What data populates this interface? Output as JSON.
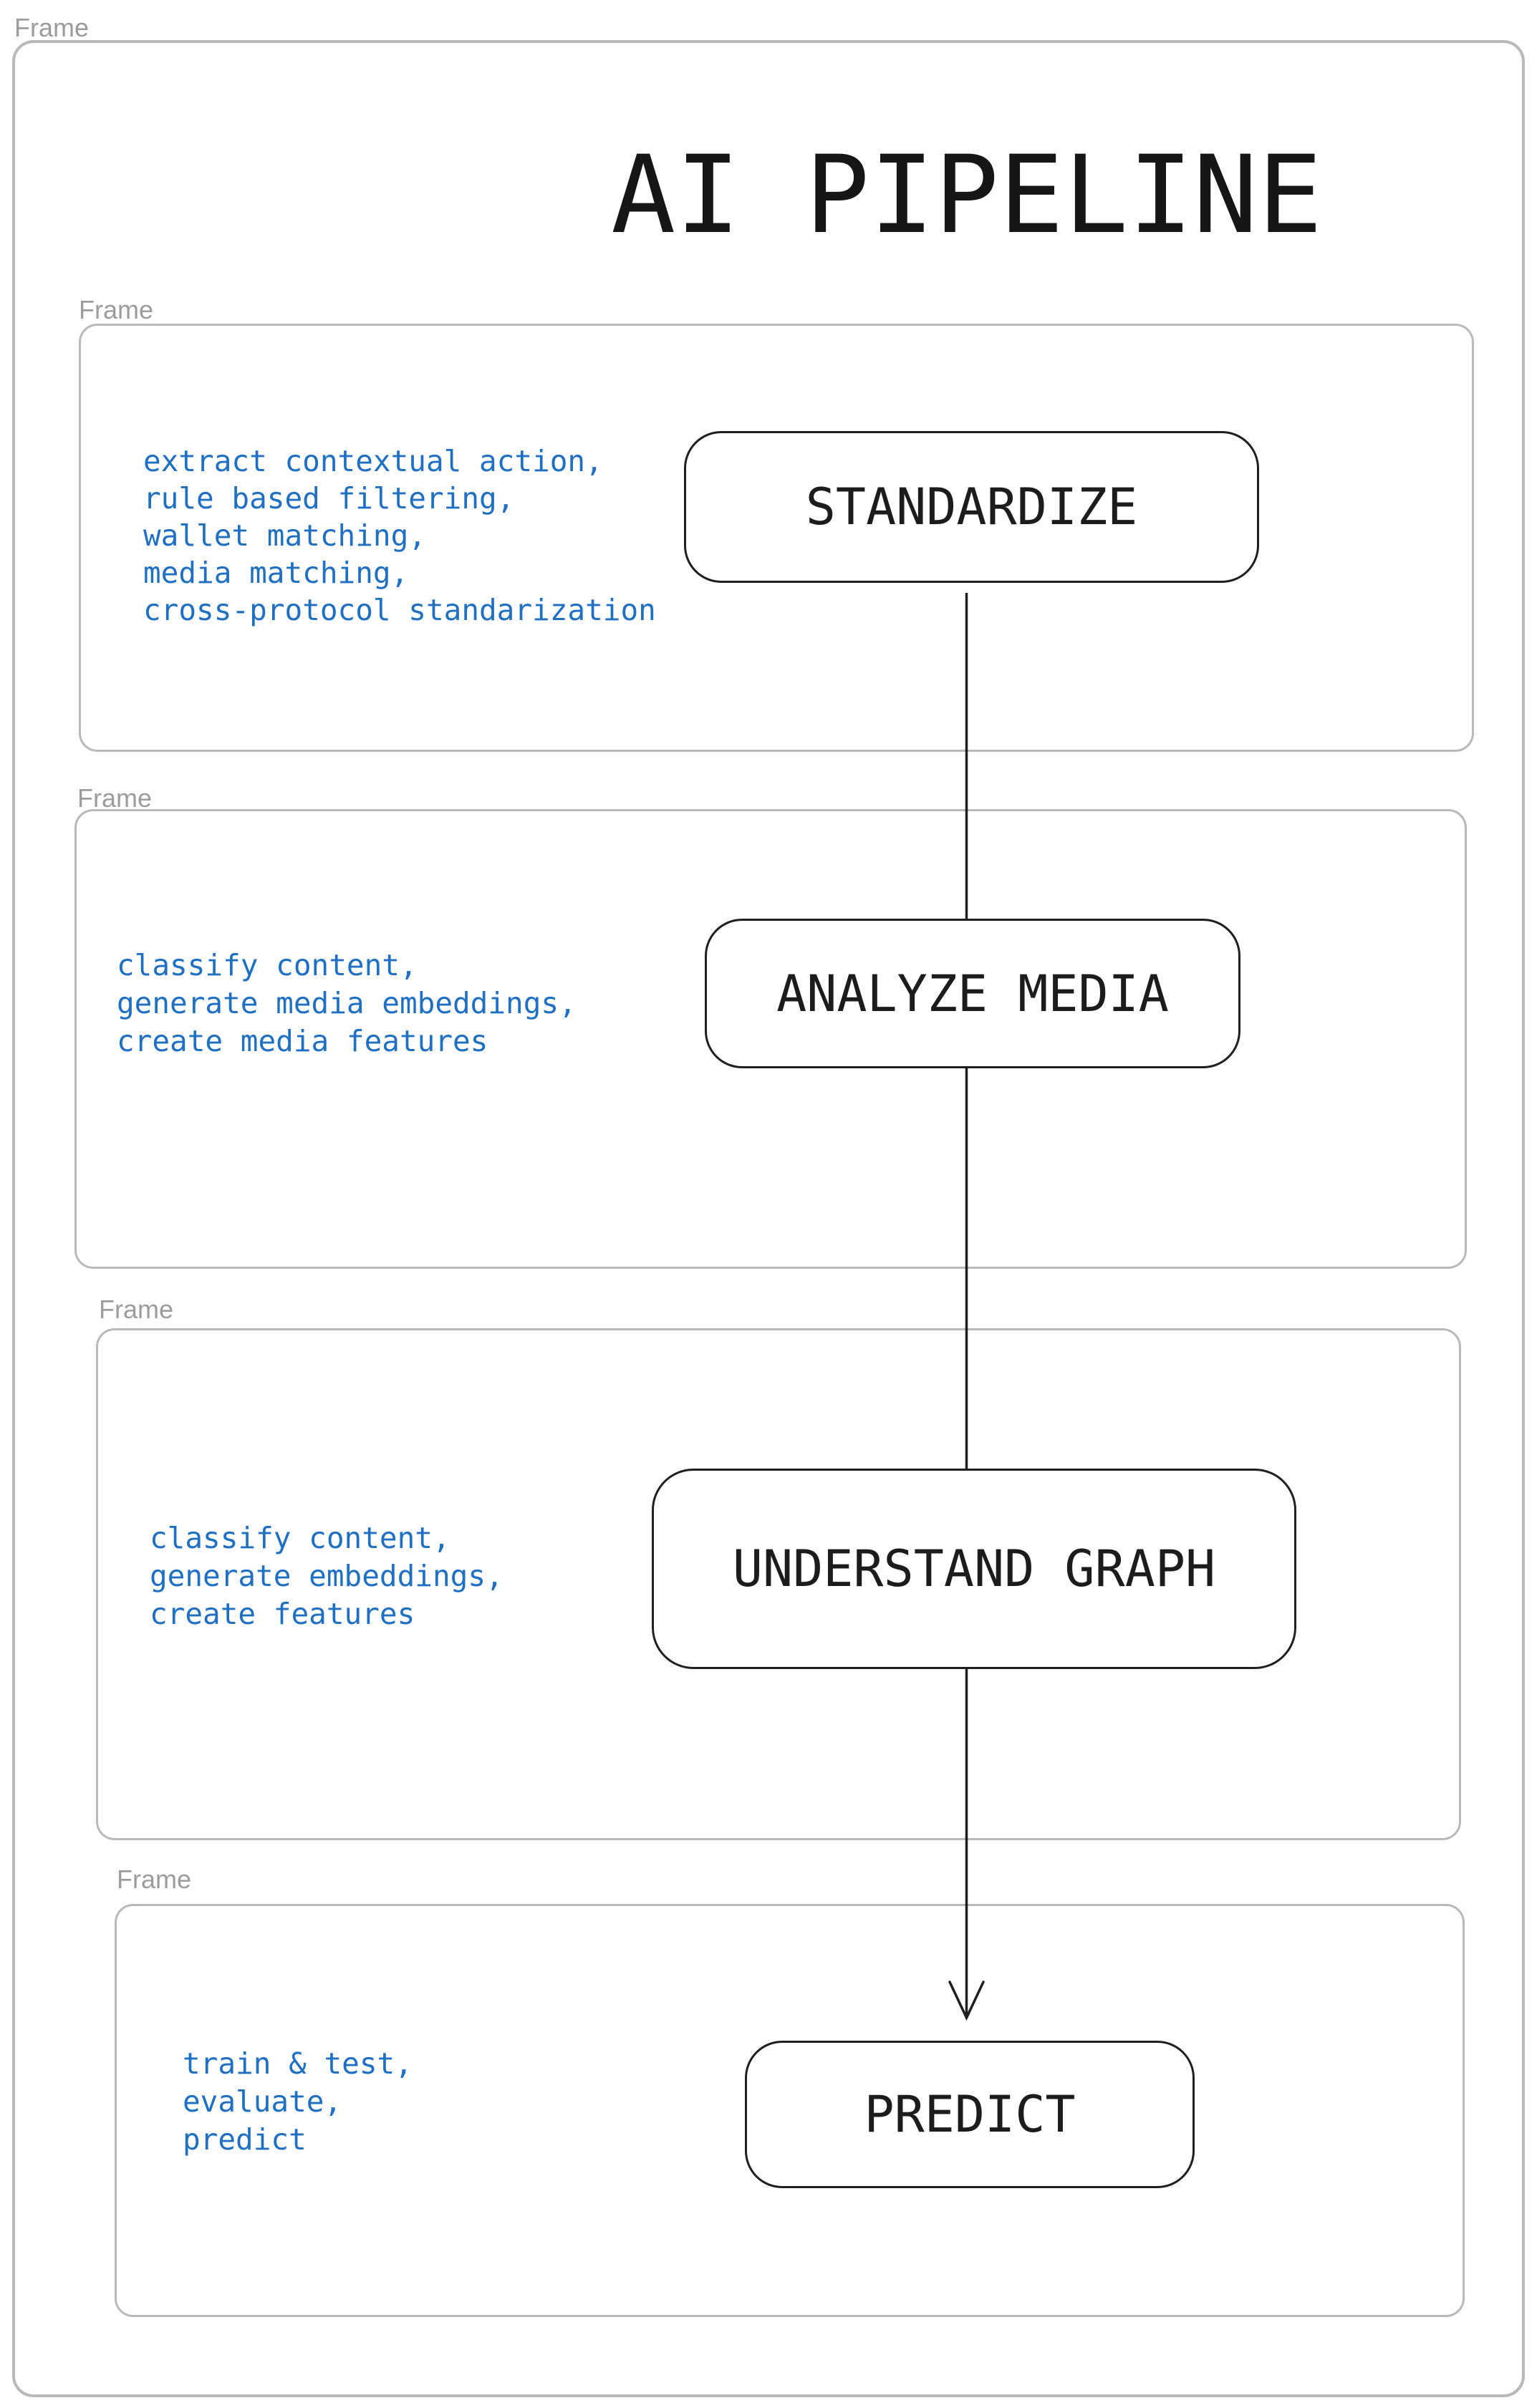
{
  "title": "AI PIPELINE",
  "outer_frame": {
    "label": "Frame"
  },
  "frames": [
    {
      "label": "Frame",
      "note": "extract contextual action,\nrule based filtering,\nwallet matching,\nmedia matching,\ncross-protocol standarization",
      "node": "STANDARDIZE"
    },
    {
      "label": "Frame",
      "note": "classify content,\ngenerate media embeddings,\ncreate media features",
      "node": "ANALYZE MEDIA"
    },
    {
      "label": "Frame",
      "note": "classify content,\ngenerate embeddings,\ncreate features",
      "node": "UNDERSTAND GRAPH"
    },
    {
      "label": "Frame",
      "note": "train & test,\nevaluate,\npredict",
      "node": "PREDICT"
    }
  ],
  "colors": {
    "annotation_blue": "#1f70c2",
    "frame_border_gray": "#b9b9b9",
    "frame_label_gray": "#9c9c9c",
    "node_border_black": "#1f1f1f"
  }
}
